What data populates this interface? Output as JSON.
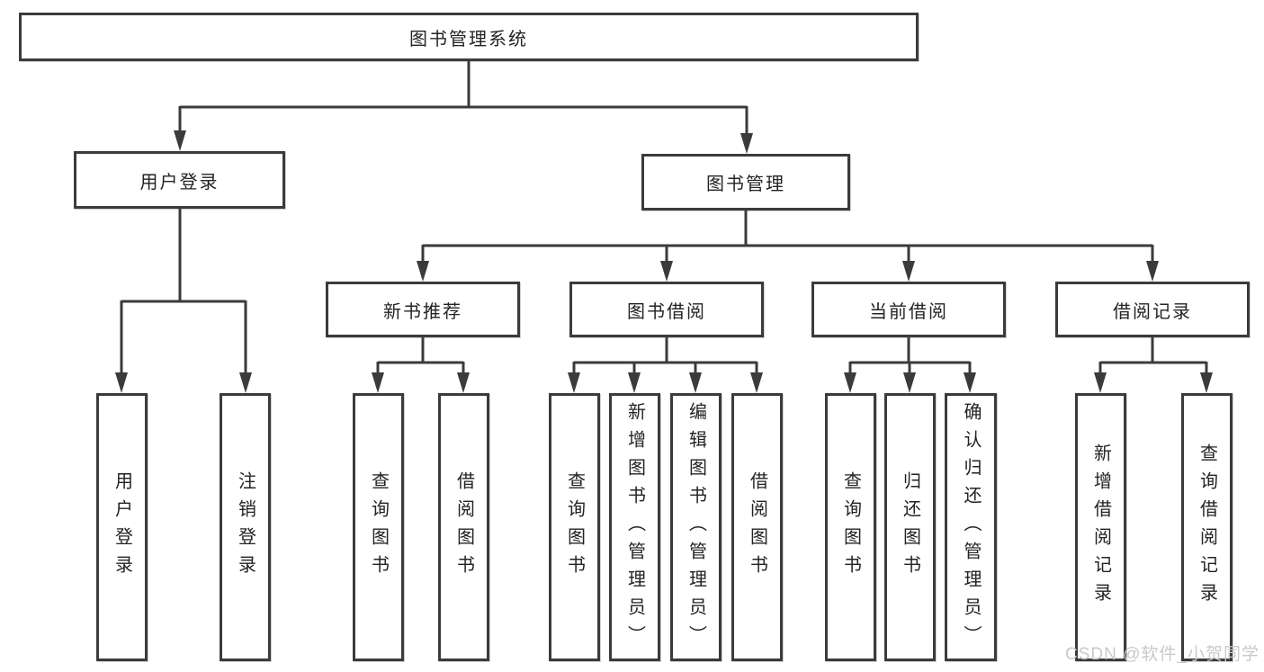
{
  "diagram": {
    "title_node": "图书管理系统",
    "level2": {
      "user_login": "用户登录",
      "book_manage": "图书管理"
    },
    "level3": {
      "new_book": "新书推荐",
      "book_borrow": "图书借阅",
      "current_borrow": "当前借阅",
      "borrow_records": "借阅记录"
    },
    "leaves": {
      "user_login": [
        "用户登录",
        "注销登录"
      ],
      "new_book": [
        "查询图书",
        "借阅图书"
      ],
      "book_borrow": [
        "查询图书",
        "新增图书（管理员）",
        "编辑图书（管理员）",
        "借阅图书"
      ],
      "current_borrow": [
        "查询图书",
        "归还图书",
        "确认归还（管理员）"
      ],
      "borrow_records": [
        "新增借阅记录",
        "查询借阅记录"
      ]
    },
    "watermark": "CSDN @软件_小贺同学",
    "colors": {
      "line": "#3b3b3b",
      "text": "#232323",
      "watermark": "#c9c9c9",
      "background": "#ffffff"
    }
  }
}
